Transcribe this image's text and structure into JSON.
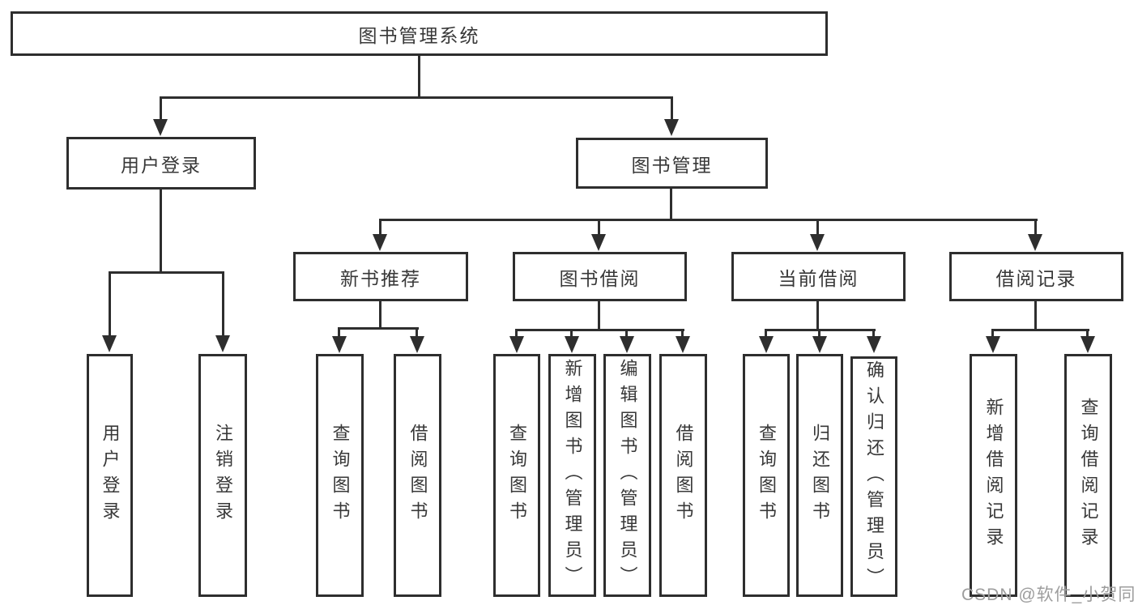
{
  "diagram": {
    "root": {
      "label": "图书管理系统"
    },
    "branches": [
      {
        "label": "用户登录",
        "children": [
          {
            "label": "用户登录"
          },
          {
            "label": "注销登录"
          }
        ]
      },
      {
        "label": "图书管理",
        "children": [
          {
            "label": "新书推荐",
            "children": [
              {
                "label": "查询图书"
              },
              {
                "label": "借阅图书"
              }
            ]
          },
          {
            "label": "图书借阅",
            "children": [
              {
                "label": "查询图书"
              },
              {
                "label": "新增图书（管理员）"
              },
              {
                "label": "编辑图书（管理员）"
              },
              {
                "label": "借阅图书"
              }
            ]
          },
          {
            "label": "当前借阅",
            "children": [
              {
                "label": "查询图书"
              },
              {
                "label": "归还图书"
              },
              {
                "label": "确认归还（管理员）"
              }
            ]
          },
          {
            "label": "借阅记录",
            "children": [
              {
                "label": "新增借阅记录"
              },
              {
                "label": "查询借阅记录"
              }
            ]
          }
        ]
      }
    ]
  },
  "watermark": {
    "text": "CSDN @软件_小贺同学",
    "color": "#9d9d9d"
  },
  "colors": {
    "line": "#2e2e2e",
    "box_border": "#2e2e2e",
    "box_fill": "#ffffff",
    "text": "#383838",
    "background": "#ffffff"
  }
}
